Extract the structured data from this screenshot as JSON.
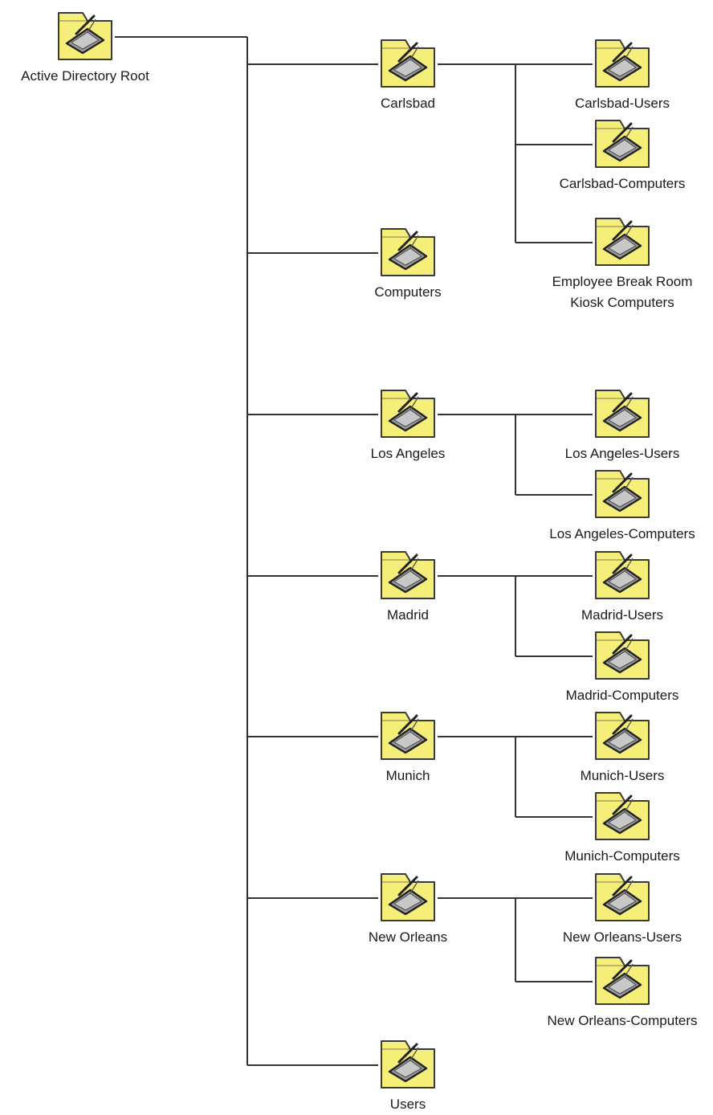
{
  "diagram": {
    "root": {
      "id": "root",
      "label": "Active Directory Root"
    },
    "level1": [
      {
        "id": "carlsbad",
        "label": "Carlsbad",
        "children": [
          {
            "id": "carlsbad-users",
            "label": "Carlsbad-Users"
          },
          {
            "id": "carlsbad-computers",
            "label": "Carlsbad-Computers"
          },
          {
            "id": "kiosk",
            "label": "Employee Break Room\nKiosk Computers"
          }
        ]
      },
      {
        "id": "computers",
        "label": "Computers",
        "children": []
      },
      {
        "id": "losangeles",
        "label": "Los Angeles",
        "children": [
          {
            "id": "la-users",
            "label": "Los Angeles-Users"
          },
          {
            "id": "la-computers",
            "label": "Los Angeles-Computers"
          }
        ]
      },
      {
        "id": "madrid",
        "label": "Madrid",
        "children": [
          {
            "id": "madrid-users",
            "label": "Madrid-Users"
          },
          {
            "id": "madrid-computers",
            "label": "Madrid-Computers"
          }
        ]
      },
      {
        "id": "munich",
        "label": "Munich",
        "children": [
          {
            "id": "munich-users",
            "label": "Munich-Users"
          },
          {
            "id": "munich-computers",
            "label": "Munich-Computers"
          }
        ]
      },
      {
        "id": "neworleans",
        "label": "New Orleans",
        "children": [
          {
            "id": "no-users",
            "label": "New Orleans-Users"
          },
          {
            "id": "no-computers",
            "label": "New Orleans-Computers"
          }
        ]
      },
      {
        "id": "users",
        "label": "Users",
        "children": []
      }
    ]
  },
  "icon": {
    "name": "ou-folder-icon",
    "folder_fill": "#f5ef7a",
    "folder_stroke": "#3a3a3a"
  },
  "line_color": "#333333"
}
